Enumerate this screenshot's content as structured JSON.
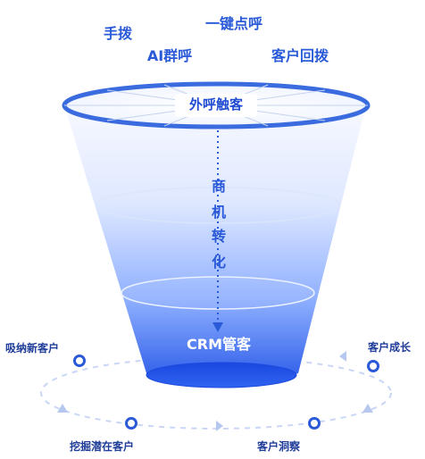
{
  "colors": {
    "primary": "#2a5ad8",
    "rim": "#3a6ce0",
    "funnel_top": "#f4f7ff",
    "funnel_bottom": "#2758e6",
    "cycle_line": "#c9d6f5"
  },
  "channels": {
    "manual": "手拨",
    "one_click": "一键点呼",
    "ai": "AI群呼",
    "callback": "客户回拨"
  },
  "funnel": {
    "top": "外呼触客",
    "middle": [
      "商",
      "机",
      "转",
      "化"
    ],
    "bottom": "CRM管客"
  },
  "cycle": {
    "acquire": "吸纳新客户",
    "mine": "挖掘潜在客户",
    "insight": "客户洞察",
    "grow": "客户成长"
  }
}
